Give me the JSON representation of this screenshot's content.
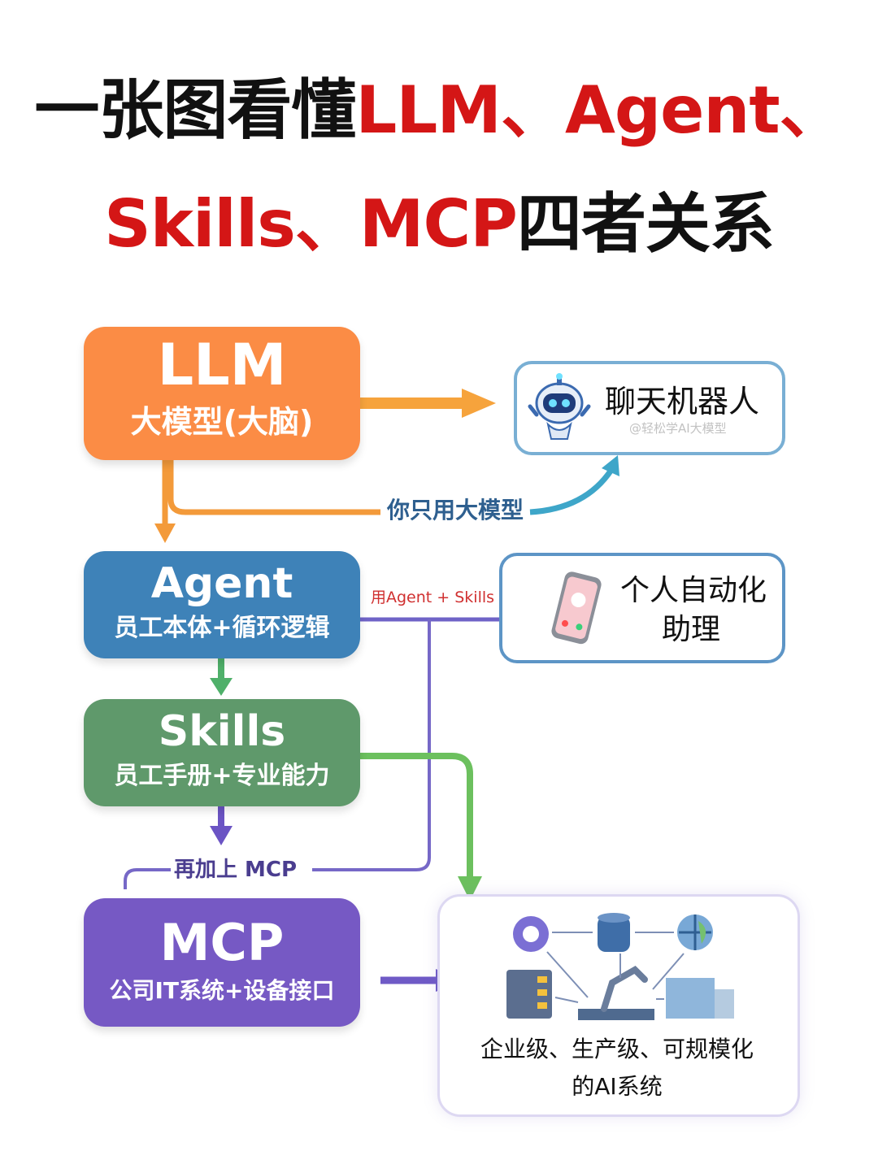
{
  "title": {
    "line1_black": "一张图看懂",
    "line1_red": "LLM、Agent、",
    "line2_red": "Skills、MCP",
    "line2_black": "四者关系"
  },
  "boxes": {
    "llm": {
      "name": "LLM",
      "desc": "大模型(大脑)"
    },
    "agent": {
      "name": "Agent",
      "desc": "员工本体+循环逻辑"
    },
    "skills": {
      "name": "Skills",
      "desc": "员工手册+专业能力"
    },
    "mcp": {
      "name": "MCP",
      "desc": "公司IT系统+设备接口"
    }
  },
  "outcomes": {
    "chatbot": {
      "label": "聊天机器人",
      "watermark": "@轻松学AI大模型"
    },
    "assistant": {
      "line1": "个人自动化",
      "line2": "助理"
    },
    "system": {
      "line1": "企业级、生产级、可规模化",
      "line2": "的AI系统"
    }
  },
  "connectors": {
    "llm_only": "你只用大模型",
    "agent_skills": "用Agent + Skills",
    "add_mcp": "再加上 MCP"
  },
  "colors": {
    "llm": "#fb8c45",
    "agent": "#3e82b8",
    "skills": "#5f996b",
    "mcp": "#7659c4",
    "title_red": "#d41616"
  }
}
